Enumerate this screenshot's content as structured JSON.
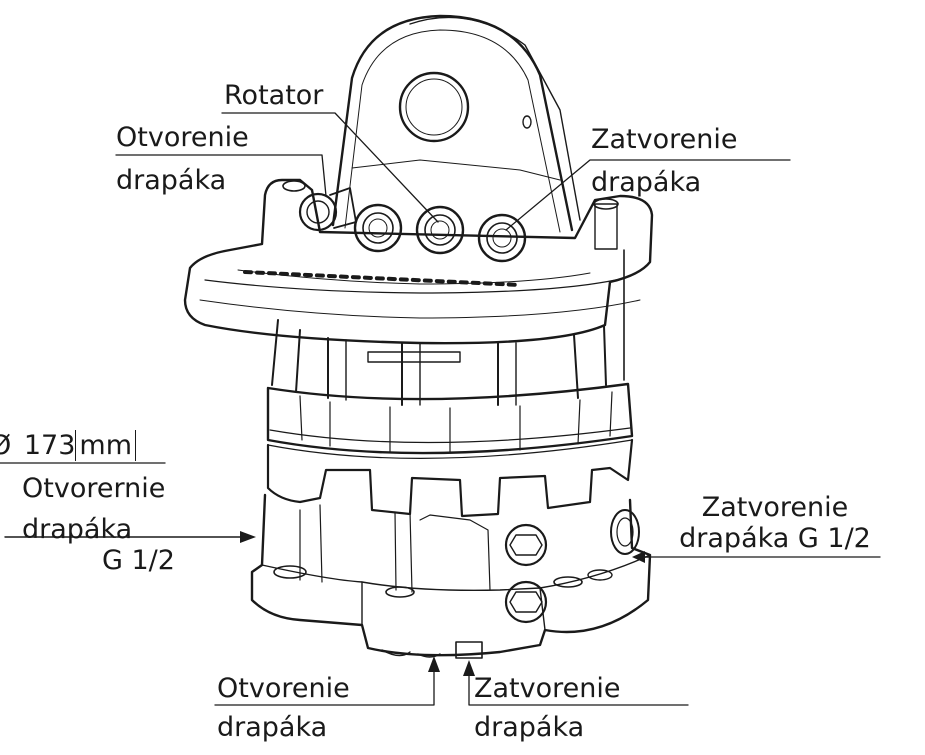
{
  "labels": {
    "rotator": "Rotator",
    "top_left_open_1": "Otvorenie",
    "top_left_open_2": "drapáka",
    "top_right_close_1": "Zatvorenie",
    "top_right_close_2": "drapáka",
    "dimension_prefix": "Ø",
    "dimension_value": "173",
    "dimension_unit": "mm",
    "left_open_1": "Otvorernie",
    "left_open_2": "drapáka",
    "left_open_3": "G 1/2",
    "right_close_1": "Zatvorenie",
    "right_close_2": "drapáka G 1/2",
    "bottom_open_1": "Otvorenie",
    "bottom_open_2": "drapáka",
    "bottom_close_1": "Zatvorenie",
    "bottom_close_2": "drapáka"
  }
}
